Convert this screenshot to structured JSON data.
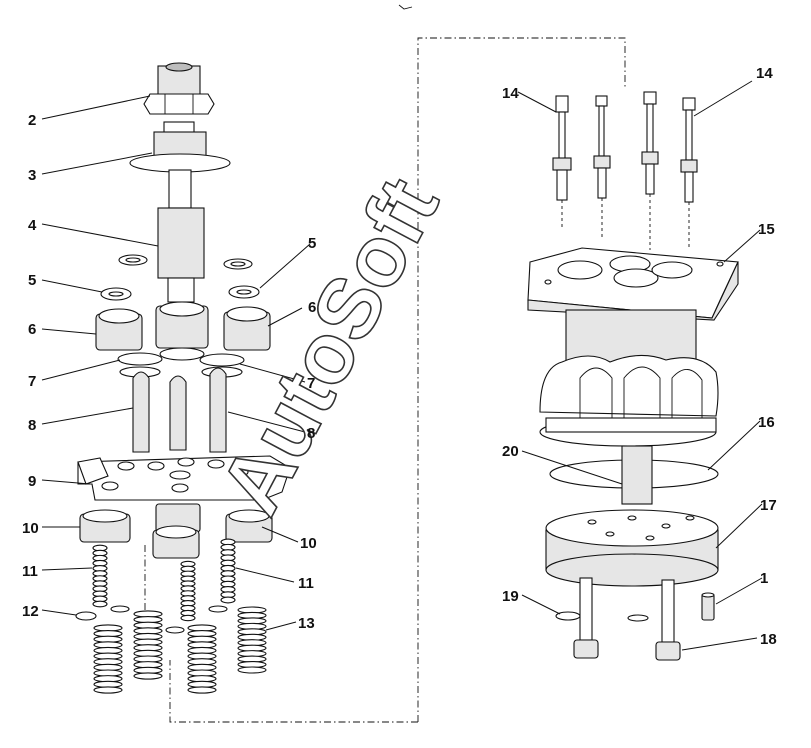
{
  "diagram": {
    "watermark": "AutoSoft",
    "labels": {
      "l1": "1",
      "l2": "2",
      "l3": "3",
      "l4": "4",
      "l5a": "5",
      "l5b": "5",
      "l6a": "6",
      "l6b": "6",
      "l7a": "7",
      "l7b": "7",
      "l8a": "8",
      "l8b": "8",
      "l9": "9",
      "l10a": "10",
      "l10b": "10",
      "l11a": "11",
      "l11b": "11",
      "l12": "12",
      "l13": "13",
      "l14a": "14",
      "l14b": "14",
      "l15": "15",
      "l16": "16",
      "l17": "17",
      "l18": "18",
      "l19": "19",
      "l20": "20"
    }
  }
}
